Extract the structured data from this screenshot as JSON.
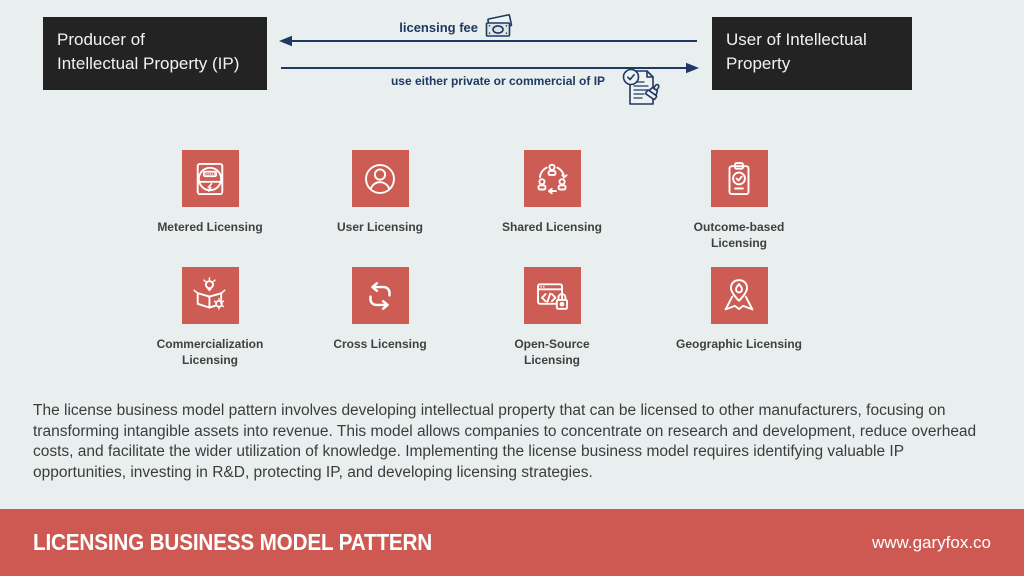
{
  "header": {
    "producer_box": "Producer of\nIntellectual Property (IP)",
    "user_box": "User of Intellectual\nProperty",
    "top_arrow_label": "licensing fee",
    "top_arrow_icon": "banknotes-icon",
    "top_arrow_direction": "left",
    "bottom_arrow_label": "use either private or commercial of IP",
    "bottom_arrow_icon": "contract-stamp-icon",
    "bottom_arrow_direction": "right"
  },
  "tiles": [
    {
      "label": "Metered Licensing",
      "icon": "meter-icon"
    },
    {
      "label": "User Licensing",
      "icon": "user-icon"
    },
    {
      "label": "Shared Licensing",
      "icon": "shared-people-icon"
    },
    {
      "label": "Outcome-based Licensing",
      "icon": "clipboard-check-icon"
    },
    {
      "label": "Commercialization\nLicensing",
      "icon": "box-idea-gear-icon"
    },
    {
      "label": "Cross Licensing",
      "icon": "cycle-arrows-icon"
    },
    {
      "label": "Open-Source\nLicensing",
      "icon": "code-lock-icon"
    },
    {
      "label": "Geographic Licensing",
      "icon": "map-pin-icon"
    }
  ],
  "description": "The license business model pattern involves developing intellectual property that can be licensed to other manufacturers, focusing on transforming intangible assets into revenue. This model allows companies to concentrate on research and development, reduce overhead costs, and facilitate the wider utilization of knowledge. Implementing the license business model requires identifying valuable IP opportunities, investing in R&D, protecting IP, and developing licensing strategies.",
  "footer": {
    "title": "LICENSING BUSINESS MODEL PATTERN",
    "website": "www.garyfox.co"
  },
  "colors": {
    "background": "#e9efee",
    "tile_red": "#cd5c54",
    "footer_red": "#cd5952",
    "box_black": "#232323",
    "arrow_navy": "#1f3864",
    "label_gray": "#404040"
  }
}
